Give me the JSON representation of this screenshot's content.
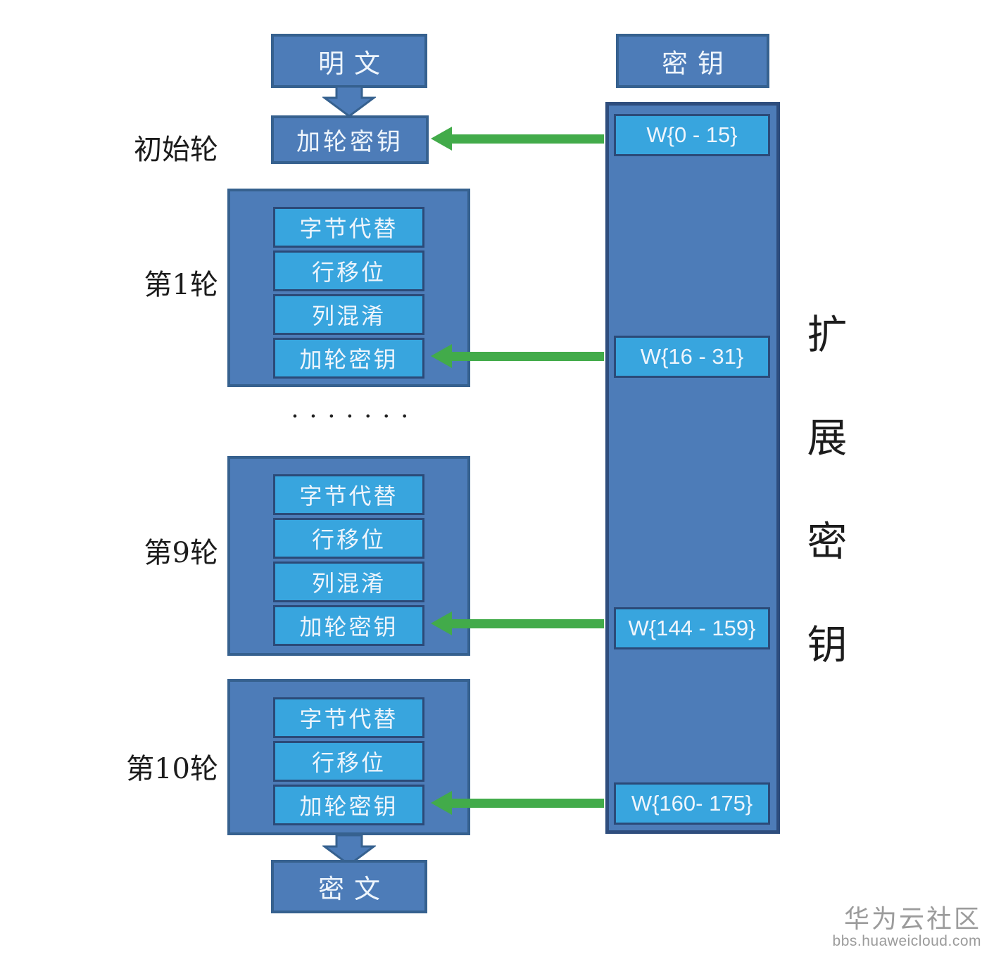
{
  "flow": {
    "plaintext": "明文",
    "initial_round": {
      "label": "初始轮",
      "step": "加轮密钥"
    },
    "rounds": [
      {
        "label": "第1轮",
        "steps": [
          "字节代替",
          "行移位",
          "列混淆",
          "加轮密钥"
        ]
      },
      {
        "label": "第9轮",
        "steps": [
          "字节代替",
          "行移位",
          "列混淆",
          "加轮密钥"
        ]
      },
      {
        "label": "第10轮",
        "steps": [
          "字节代替",
          "行移位",
          "加轮密钥"
        ]
      }
    ],
    "ellipsis_dots": "•••••••",
    "ciphertext": "密文"
  },
  "key_schedule": {
    "key": "密钥",
    "w_blocks": [
      "W{0 - 15}",
      "W{16 - 31}",
      "W{144 - 159}",
      "W{160- 175}"
    ],
    "side_label": "扩展密钥",
    "side_label_chars": [
      "扩",
      "展",
      "密",
      "钥"
    ]
  },
  "watermark": {
    "brand": "华为云社区",
    "domain": "bbs.huaweicloud.com"
  },
  "colors": {
    "box_fill": "#4d7cb8",
    "box_border": "#36618f",
    "inner_fill": "#38a5de",
    "inner_border": "#2b4a78",
    "column_border": "#2e4d7d",
    "arrow_green": "#42ab4a",
    "box_text": "#eef5fc",
    "label_text": "#1c1c1c",
    "watermark_gray": "#9b9b9b"
  }
}
